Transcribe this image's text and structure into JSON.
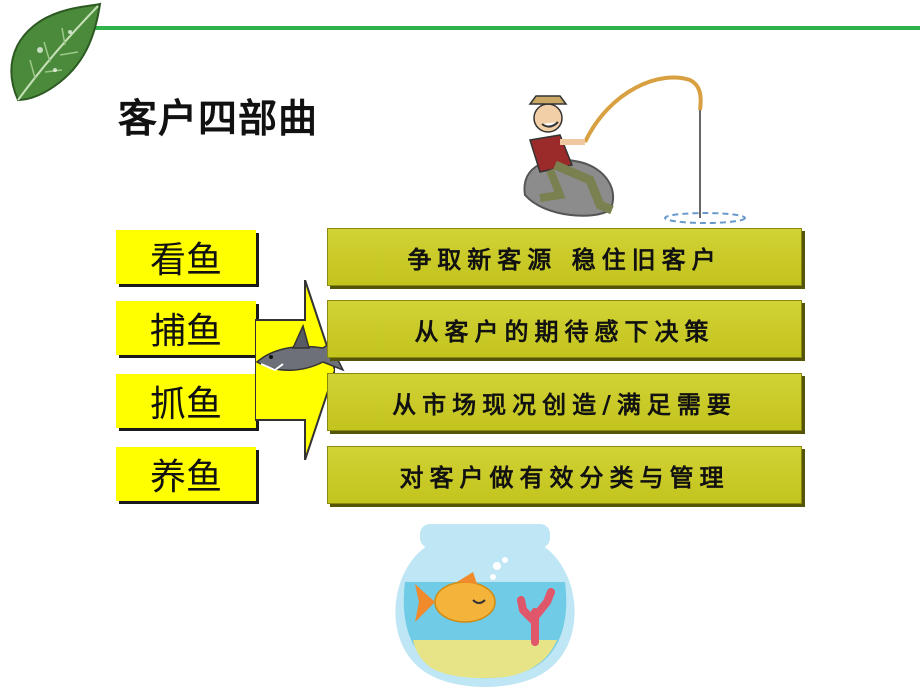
{
  "title": "客户四部曲",
  "steps": [
    {
      "stage": "看鱼",
      "action": "争取新客源 稳住旧客户"
    },
    {
      "stage": "捕鱼",
      "action": "从客户的期待感下决策"
    },
    {
      "stage": "抓鱼",
      "action": "从市场现况创造/满足需要"
    },
    {
      "stage": "养鱼",
      "action": "对客户做有效分类与管理"
    }
  ],
  "colors": {
    "accent_line": "#2fb24a",
    "stage_box": "#ffff00",
    "action_box": "#c9ca2a"
  },
  "icons": [
    "leaf-icon",
    "fisherman-icon",
    "shark-icon",
    "fishbowl-icon",
    "arrow-icon"
  ]
}
